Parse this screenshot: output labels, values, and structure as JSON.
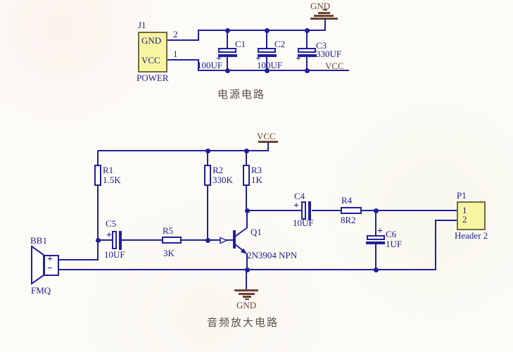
{
  "colors": {
    "wire": "#20209a",
    "label": "#1b1b8f",
    "power_symbol": "#6b4334",
    "title": "#57504a",
    "connector_fill": "#f8f5a2",
    "connector_border": "#716b3e"
  },
  "power": {
    "title": "电源电路",
    "gnd_label": "GND",
    "vcc_label": "VCC",
    "j1": {
      "ref": "J1",
      "name": "POWER",
      "pin_top_name": "GND",
      "pin_bottom_name": "VCC",
      "pin_top_num": "2",
      "pin_bottom_num": "1"
    },
    "c1": {
      "ref": "C1",
      "value": "100UF",
      "polarity": "+"
    },
    "c2": {
      "ref": "C2",
      "value": "100UF",
      "polarity": "+"
    },
    "c3": {
      "ref": "C3",
      "value": "330UF",
      "polarity": "+"
    }
  },
  "amp": {
    "title": "音频放大电路",
    "vcc_label": "VCC",
    "gnd_label": "GND",
    "r1": {
      "ref": "R1",
      "value": "1.5K"
    },
    "r2": {
      "ref": "R2",
      "value": "330K"
    },
    "r3": {
      "ref": "R3",
      "value": "1K"
    },
    "r4": {
      "ref": "R4",
      "value": "8R2"
    },
    "r5": {
      "ref": "R5",
      "value": "3K"
    },
    "c4": {
      "ref": "C4",
      "value": "10UF",
      "polarity": "+"
    },
    "c5": {
      "ref": "C5",
      "value": "10UF",
      "polarity": "+"
    },
    "c6": {
      "ref": "C6",
      "value": "1UF",
      "polarity": "+"
    },
    "q1": {
      "ref": "Q1",
      "value": "2N3904 NPN"
    },
    "bb1": {
      "ref": "BB1",
      "value": "FMQ",
      "plus": "+",
      "minus": "−"
    },
    "p1": {
      "ref": "P1",
      "value": "Header 2",
      "pin1": "1",
      "pin2": "2"
    }
  }
}
